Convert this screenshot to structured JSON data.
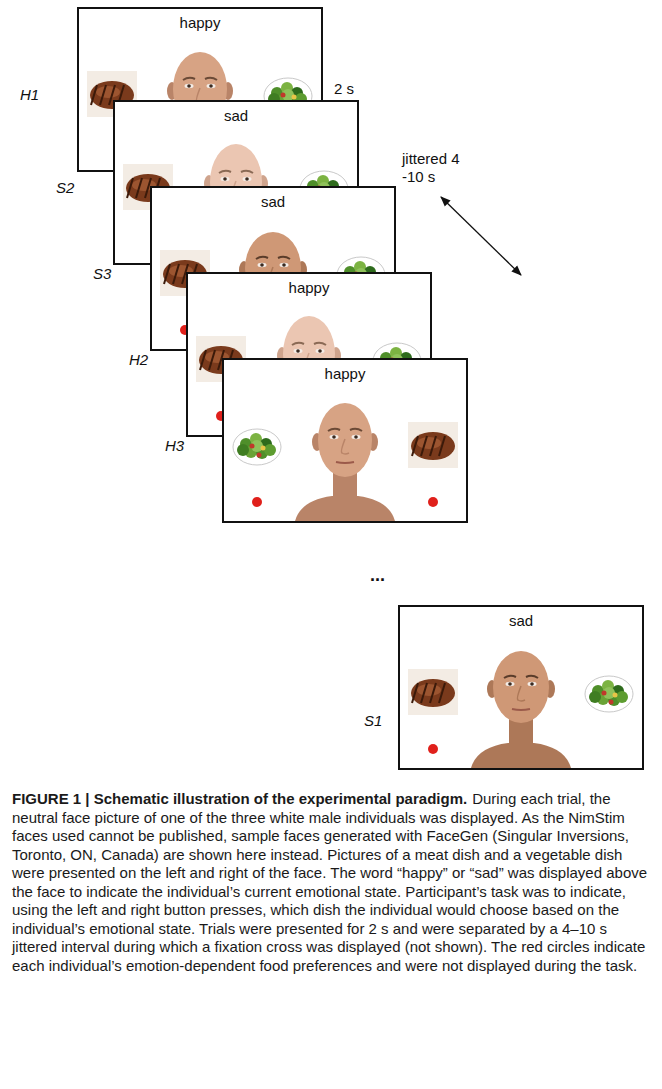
{
  "diagram": {
    "title": "FIGURE 1 | Schematic illustration of the experimental paradigm.",
    "caption": "During each trial, the neutral face picture of one of the three white male individuals was displayed. As the NimStim faces used cannot be published, sample faces generated with FaceGen (Singular Inversions, Toronto, ON, Canada) are shown here instead. Pictures of a meat dish and a vegetable dish were presented on the left and right of the face. The word “happy” or “sad” was displayed above the face to indicate the individual’s current emotional state. Participant’s task was to indicate, using the left and right button presses, which dish the individual would choose based on the individual’s emotional state. Trials were presented for 2 s and were separated by a 4–10 s jittered interval during which a fixation cross was displayed (not shown). The red circles indicate each individual’s emotion-dependent food preferences and were not displayed during the task.",
    "nodes": [
      {
        "text": [
          "happy"
        ]
      },
      {
        "text": [
          "sad"
        ]
      },
      {
        "text": [
          "sad"
        ]
      },
      {
        "text": [
          "happy"
        ]
      },
      {
        "text": [
          "happy"
        ]
      },
      {
        "text": [
          "sad"
        ]
      }
    ],
    "labels": [
      "H1",
      "2 s",
      "S2",
      "jittered 4 -10 s",
      "S3",
      "H2",
      "H3",
      "...",
      "S1"
    ]
  }
}
